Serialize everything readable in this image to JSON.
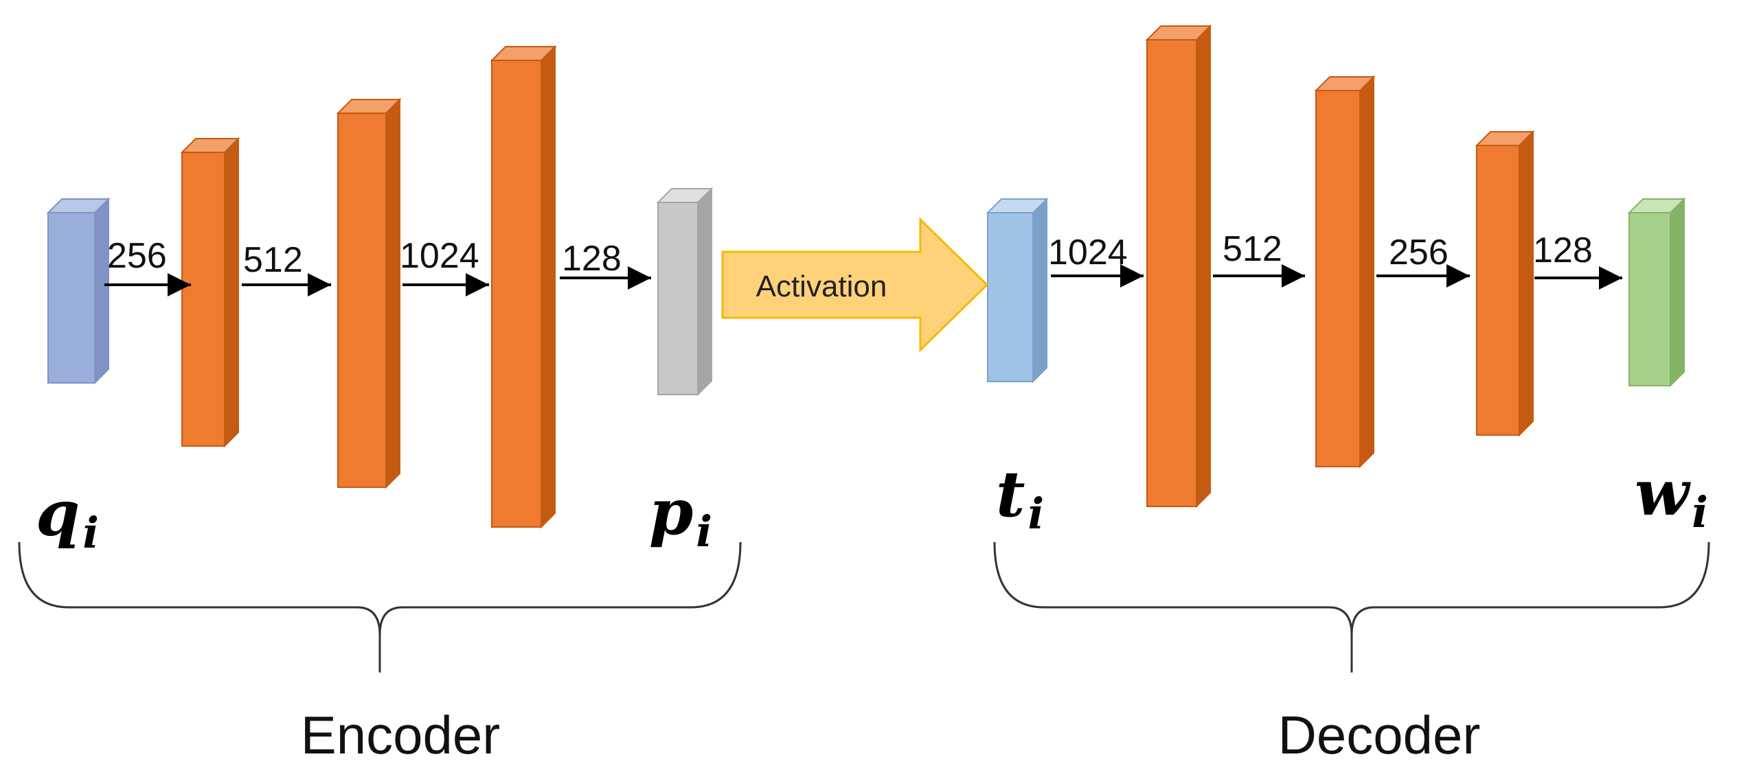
{
  "colors": {
    "input_front": "#9ab0da",
    "input_side": "#7f93c4",
    "input_top": "#b8c8e8",
    "hidden_front": "#ee7b30",
    "hidden_side": "#c55a11",
    "hidden_top": "#f4a06a",
    "latent_front": "#c8c8c8",
    "latent_side": "#a6a6a6",
    "latent_top": "#e0e0e0",
    "decoder_in_front": "#9fc3e7",
    "decoder_in_side": "#7ba1c9",
    "decoder_in_top": "#c4daf1",
    "output_front": "#a8d08d",
    "output_side": "#84b365",
    "output_top": "#c9e4b6",
    "activation_fill": "#ffd27a",
    "activation_stroke": "#f5b800"
  },
  "encoder": {
    "label": "Encoder",
    "input": {
      "base": "q",
      "sub": "i"
    },
    "output": {
      "base": "p",
      "sub": "i"
    },
    "dims": [
      "256",
      "512",
      "1024",
      "128"
    ]
  },
  "activation": {
    "label": "Activation"
  },
  "decoder": {
    "label": "Decoder",
    "input": {
      "base": "t",
      "sub": "i"
    },
    "output": {
      "base": "w",
      "sub": "i"
    },
    "dims": [
      "1024",
      "512",
      "256",
      "128"
    ]
  }
}
